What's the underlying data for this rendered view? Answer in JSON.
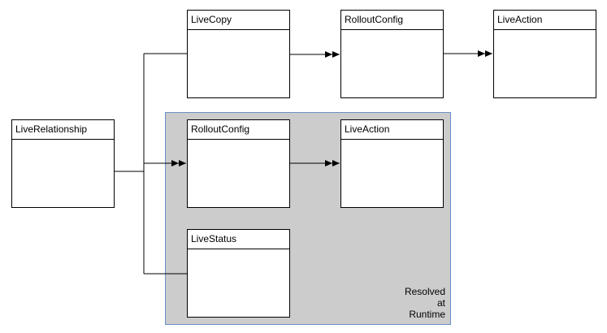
{
  "diagram": {
    "nodes": [
      {
        "id": "liverelationship",
        "label": "LiveRelationship"
      },
      {
        "id": "livecopy",
        "label": "LiveCopy"
      },
      {
        "id": "rolloutconfig_top",
        "label": "RolloutConfig"
      },
      {
        "id": "liveaction_top",
        "label": "LiveAction"
      },
      {
        "id": "rolloutconfig_rt",
        "label": "RolloutConfig"
      },
      {
        "id": "liveaction_rt",
        "label": "LiveAction"
      },
      {
        "id": "livestatus",
        "label": "LiveStatus"
      }
    ],
    "group": {
      "label_lines": [
        "Resolved",
        "at",
        "Runtime"
      ],
      "fill": "#cccccc",
      "border": "#6a8fc9"
    },
    "edges": [
      {
        "from": "LiveRelationship",
        "to": "LiveCopy",
        "arrow": "none"
      },
      {
        "from": "LiveRelationship",
        "to": "RolloutConfig (runtime)",
        "arrow": "double"
      },
      {
        "from": "LiveRelationship",
        "to": "LiveStatus",
        "arrow": "none"
      },
      {
        "from": "LiveCopy",
        "to": "RolloutConfig",
        "arrow": "double"
      },
      {
        "from": "RolloutConfig",
        "to": "LiveAction",
        "arrow": "double"
      },
      {
        "from": "RolloutConfig (runtime)",
        "to": "LiveAction (runtime)",
        "arrow": "double"
      }
    ]
  }
}
